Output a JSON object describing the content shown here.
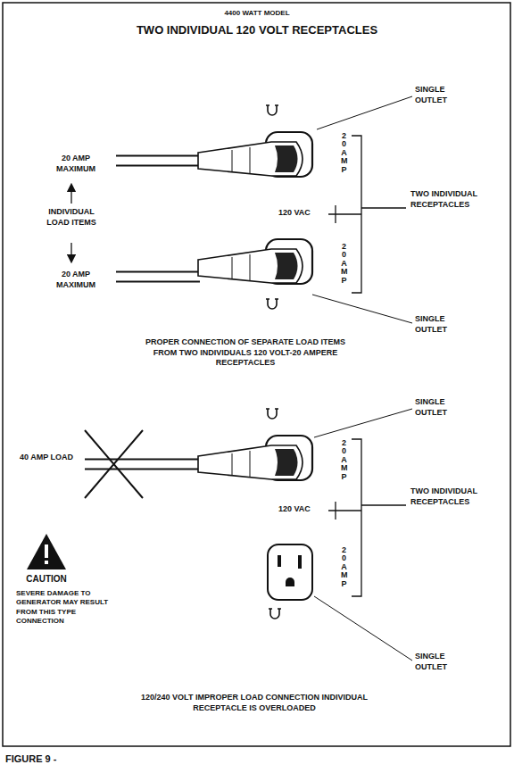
{
  "diagram": {
    "title": "TWO INDIVIDUAL 120 VOLT RECEPTACLES",
    "caption": "FIGURE 9 -",
    "labels": [
      "4400 WATT MODEL",
      "SINGLE OUTLET",
      "20 AMP",
      "20 AMP MAXIMUM",
      "TWO INDIVIDUAL RECEPTACLES",
      "120 VAC",
      "INDIVIDUAL LOAD ITEMS",
      "20 AMP",
      "20 AMP MAXIMUM",
      "SINGLE OUTLET",
      "PROPER CONNECTION OF SEPARATE LOAD ITEMS FROM TWO INDIVIDUALS 120 VOLT-20 AMPERE RECEPTACLES",
      "SINGLE OUTLET",
      "20 AMP",
      "40 AMP LOAD",
      "120 VAC",
      "TWO INDIVIDUAL RECEPTACLES",
      "20 AMP",
      "CAUTION",
      "SEVERE DAMAGE TO GENERATOR MAY RESULT FROM THIS TYPE CONNECTION",
      "SINGLE OUTLET",
      "120/240 VOLT IMPROPER LOAD CONNECTION INDIVIDUAL RECEPTACLE IS OVERLOADED"
    ]
  }
}
